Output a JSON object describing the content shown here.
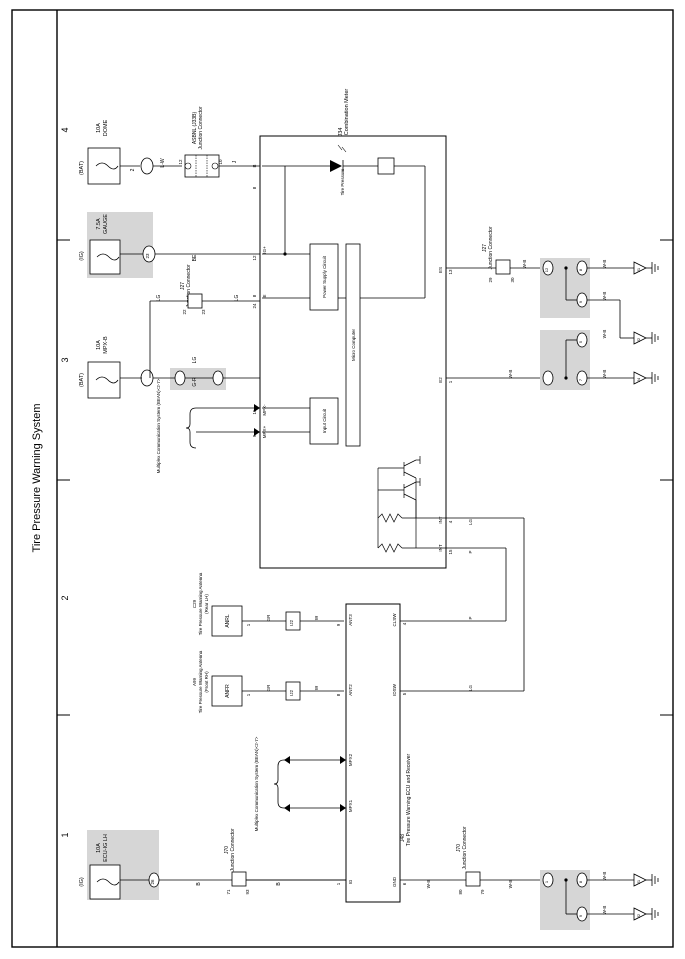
{
  "title": "Tire Pressure Warning System",
  "columns": [
    "1",
    "2",
    "3",
    "4"
  ],
  "fuses": [
    {
      "id": "dome",
      "src": "(BAT)",
      "amp": "10A",
      "name": "DOME",
      "conn": "2",
      "wire": "L-W"
    },
    {
      "id": "gauge",
      "src": "(IG)",
      "amp": "7.5A",
      "name": "GAUGE",
      "conn": "23",
      "wire": "BE"
    },
    {
      "id": "mpxb",
      "src": "(BAT)",
      "amp": "10A",
      "name": "MPX-B",
      "conn": "2",
      "wire": "G-R"
    },
    {
      "id": "ecu",
      "src": "(IG)",
      "amp": "10A",
      "name": "ECU-IG LH",
      "conn": "26",
      "wire": "B"
    }
  ],
  "meter": {
    "ref": "J34",
    "name": "Combination Meter",
    "indicator": "Tire Pressure",
    "pins": {
      "b": "B",
      "ig": "IG+",
      "e": "E",
      "mpxm": "MPX-",
      "mpxp": "MPX+",
      "int1": "INT",
      "int2": "INT",
      "es": "ES",
      "e2": "E2"
    },
    "pinNums": {
      "b": "8",
      "ig": "12",
      "e": "8",
      "e_24": "24",
      "mpxm": "15",
      "mpxp": "9",
      "int1": "4",
      "int2": "15",
      "es": "13",
      "e2": "1"
    },
    "blocks": {
      "psu": "Power Supply Circuit",
      "input": "Input Circuit",
      "micro": "Micro Computer"
    }
  },
  "j_conn_b": {
    "ref": "ASBNL (J33B)",
    "name": "Junction Connector",
    "pinA": "12",
    "pinB": "10",
    "wire": "J"
  },
  "j27a": {
    "ref": "J27",
    "name": "Junction Connector",
    "pinA": "22",
    "pinB": "23",
    "wire": "LG"
  },
  "j27b": {
    "ref": "J27",
    "name": "Junction Connector",
    "pinA": "29",
    "pinB": "30",
    "wire": "W-B"
  },
  "j70": {
    "ref": "J70",
    "name": "Junction Connector",
    "pinA": "71",
    "pinB": "93",
    "wire": "B"
  },
  "j70b": {
    "ref": "J70",
    "name": "Junction Connector",
    "pinA": "80",
    "pinB": "79",
    "wire": "W-B"
  },
  "mpx_top": {
    "label": "Multiplex Communication System (BEAN)<2-7>"
  },
  "mpx_bot": {
    "label": "Multiplex Communication System (BEAN)<2-7>"
  },
  "antennas": [
    {
      "ref": "C29",
      "name": "Tire Pressure Warning Antenna",
      "side": "(Rear LH)",
      "box": "ANRL",
      "wire": "GR",
      "wire2": "W",
      "pin": "1",
      "conn": "IJ2",
      "ecuPin": "9"
    },
    {
      "ref": "A99",
      "name": "Tire Pressure Warning Antenna",
      "side": "(Front RH)",
      "box": "ANFR",
      "wire": "GR",
      "wire2": "W",
      "pin": "1",
      "conn": "IJ2",
      "ecuPin": "8"
    }
  ],
  "ecu": {
    "ref": "J48",
    "name": "Tire Pressure Warning ECU and Receiver",
    "pins": {
      "ant3": "ANT3",
      "ant2": "ANT2",
      "mpx2": "MPX2",
      "mpx1": "MPX1",
      "ig": "IG",
      "gnd": "GND",
      "clsw": "CLSW",
      "iosw": "IDSW"
    },
    "pinNums": {
      "clsw": "4",
      "iosw": "5",
      "ig": "1",
      "gnd": "6"
    },
    "wires": {
      "clsw": "P",
      "iosw": "LG"
    }
  },
  "grounds": [
    "J1",
    "J2",
    "J3",
    "J4"
  ],
  "gnd_conns": {
    "top": [
      "12",
      "8",
      "9"
    ],
    "mid": [
      "5",
      "7"
    ],
    "bot": [
      "1",
      "8",
      "9"
    ]
  }
}
